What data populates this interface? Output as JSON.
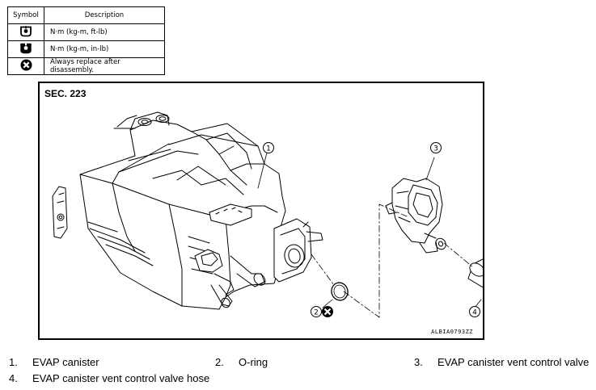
{
  "legend": {
    "header_symbol": "Symbol",
    "header_description": "Description",
    "rows": [
      {
        "icon": "torque-wrench-ftlb-icon",
        "description": "N·m (kg-m, ft-lb)"
      },
      {
        "icon": "torque-wrench-inlb-icon",
        "description": "N·m (kg-m, in-lb)"
      },
      {
        "icon": "always-replace-icon",
        "description": "Always replace after disassembly."
      }
    ]
  },
  "diagram": {
    "section": "SEC. 223",
    "reference_code": "ALBIA0793ZZ",
    "callouts": [
      "1",
      "2",
      "3",
      "4"
    ]
  },
  "parts": [
    {
      "number": "1.",
      "name": "EVAP canister"
    },
    {
      "number": "2.",
      "name": "O-ring"
    },
    {
      "number": "3.",
      "name": "EVAP canister vent control valve"
    },
    {
      "number": "4.",
      "name": "EVAP canister vent control valve hose"
    }
  ]
}
